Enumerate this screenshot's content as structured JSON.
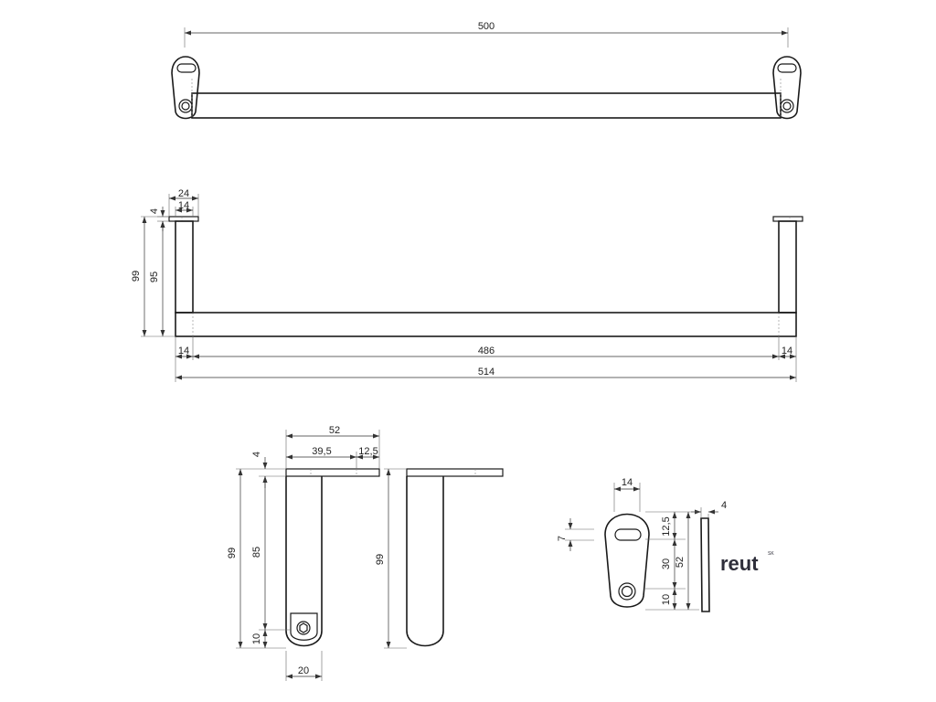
{
  "top_view": {
    "dim_total": "500"
  },
  "front_view": {
    "dim_flange_width": "24",
    "dim_arm_width": "14",
    "dim_flange_thickness": "4",
    "dim_height_total": "99",
    "dim_height_arm": "95",
    "dim_left_offset": "14",
    "dim_inner_length": "486",
    "dim_right_offset": "14",
    "dim_overall_length": "514"
  },
  "bracket_side_view": {
    "dim_length": "52",
    "dim_part_a": "39,5",
    "dim_part_b": "12,5",
    "dim_thickness": "4",
    "dim_height_total": "99",
    "dim_height_upper": "85",
    "dim_height_lower": "10",
    "dim_width": "20"
  },
  "bracket_rear_view": {
    "dim_height": "99"
  },
  "plate_detail": {
    "dim_width": "14",
    "dim_slot": "7",
    "dim_thickness": "4",
    "dim_top": "12,5",
    "dim_middle": "30",
    "dim_total": "52",
    "dim_bottom": "10"
  },
  "brand": {
    "name": "reut",
    "suffix": "SK",
    "color": "#2e2e3a"
  }
}
